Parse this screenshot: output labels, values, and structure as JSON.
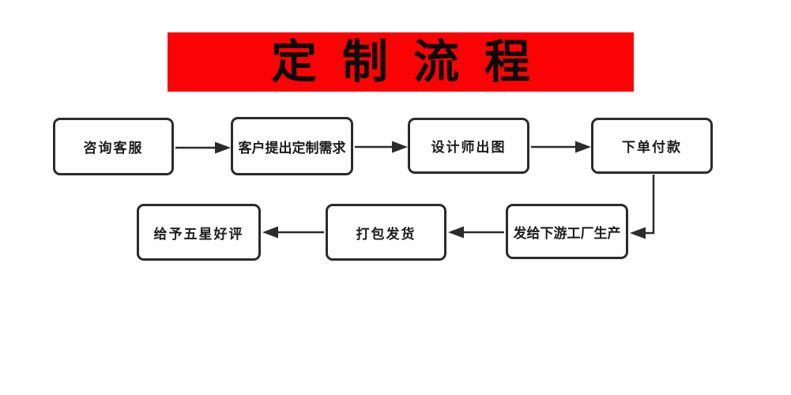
{
  "banner": {
    "title": "定制流程",
    "background_color": "#fb0204",
    "text_color": "#0a0a0a"
  },
  "flowchart": {
    "line_color": "#2b2b2b",
    "nodes": [
      {
        "id": "step1",
        "label": "咨询客服"
      },
      {
        "id": "step2",
        "label": "客户提出定制需求"
      },
      {
        "id": "step3",
        "label": "设计师出图"
      },
      {
        "id": "step4",
        "label": "下单付款"
      },
      {
        "id": "step5",
        "label": "发给下游工厂生产"
      },
      {
        "id": "step6",
        "label": "打包发货"
      },
      {
        "id": "step7",
        "label": "给予五星好评"
      }
    ],
    "edges": [
      {
        "from": "咨询客服",
        "to": "客户提出定制需求",
        "direction": "right"
      },
      {
        "from": "客户提出定制需求",
        "to": "设计师出图",
        "direction": "right"
      },
      {
        "from": "设计师出图",
        "to": "下单付款",
        "direction": "right"
      },
      {
        "from": "下单付款",
        "to": "发给下游工厂生产",
        "direction": "down-left"
      },
      {
        "from": "发给下游工厂生产",
        "to": "打包发货",
        "direction": "left"
      },
      {
        "from": "打包发货",
        "to": "给予五星好评",
        "direction": "left"
      }
    ]
  }
}
